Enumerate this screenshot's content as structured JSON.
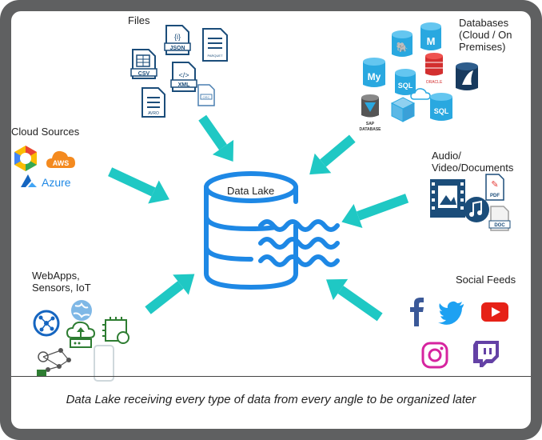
{
  "center": {
    "label": "Data Lake"
  },
  "sources": {
    "files": "Files",
    "databases_line1": "Databases",
    "databases_line2": "(Cloud / On",
    "databases_line3": "Premises)",
    "cloud": "Cloud Sources",
    "audio_line1": "Audio/",
    "audio_line2": "Video/Documents",
    "webapps_line1": "WebApps,",
    "webapps_line2": "Sensors, IoT",
    "social": "Social Feeds"
  },
  "file_icons": {
    "json": "JSON",
    "csv": "CSV",
    "xml": "XML",
    "avro": "AVRO",
    "parquet": "PARQUET",
    "orc": "ORC"
  },
  "db_icons": {
    "my": "My",
    "sql1": "SQL",
    "sql2": "SQL",
    "m": "M",
    "oracle": "ORACLE",
    "sap": "SAP DATABASE"
  },
  "cloud_icons": {
    "aws": "AWS",
    "azure": "Azure"
  },
  "doc_icons": {
    "pdf": "PDF",
    "doc": "DOC"
  },
  "caption": "Data Lake receiving every type of data from every angle to be organized later",
  "colors": {
    "arrow": "#1fc8c4",
    "lake": "#1e88e5",
    "frame": "#5f6061"
  }
}
